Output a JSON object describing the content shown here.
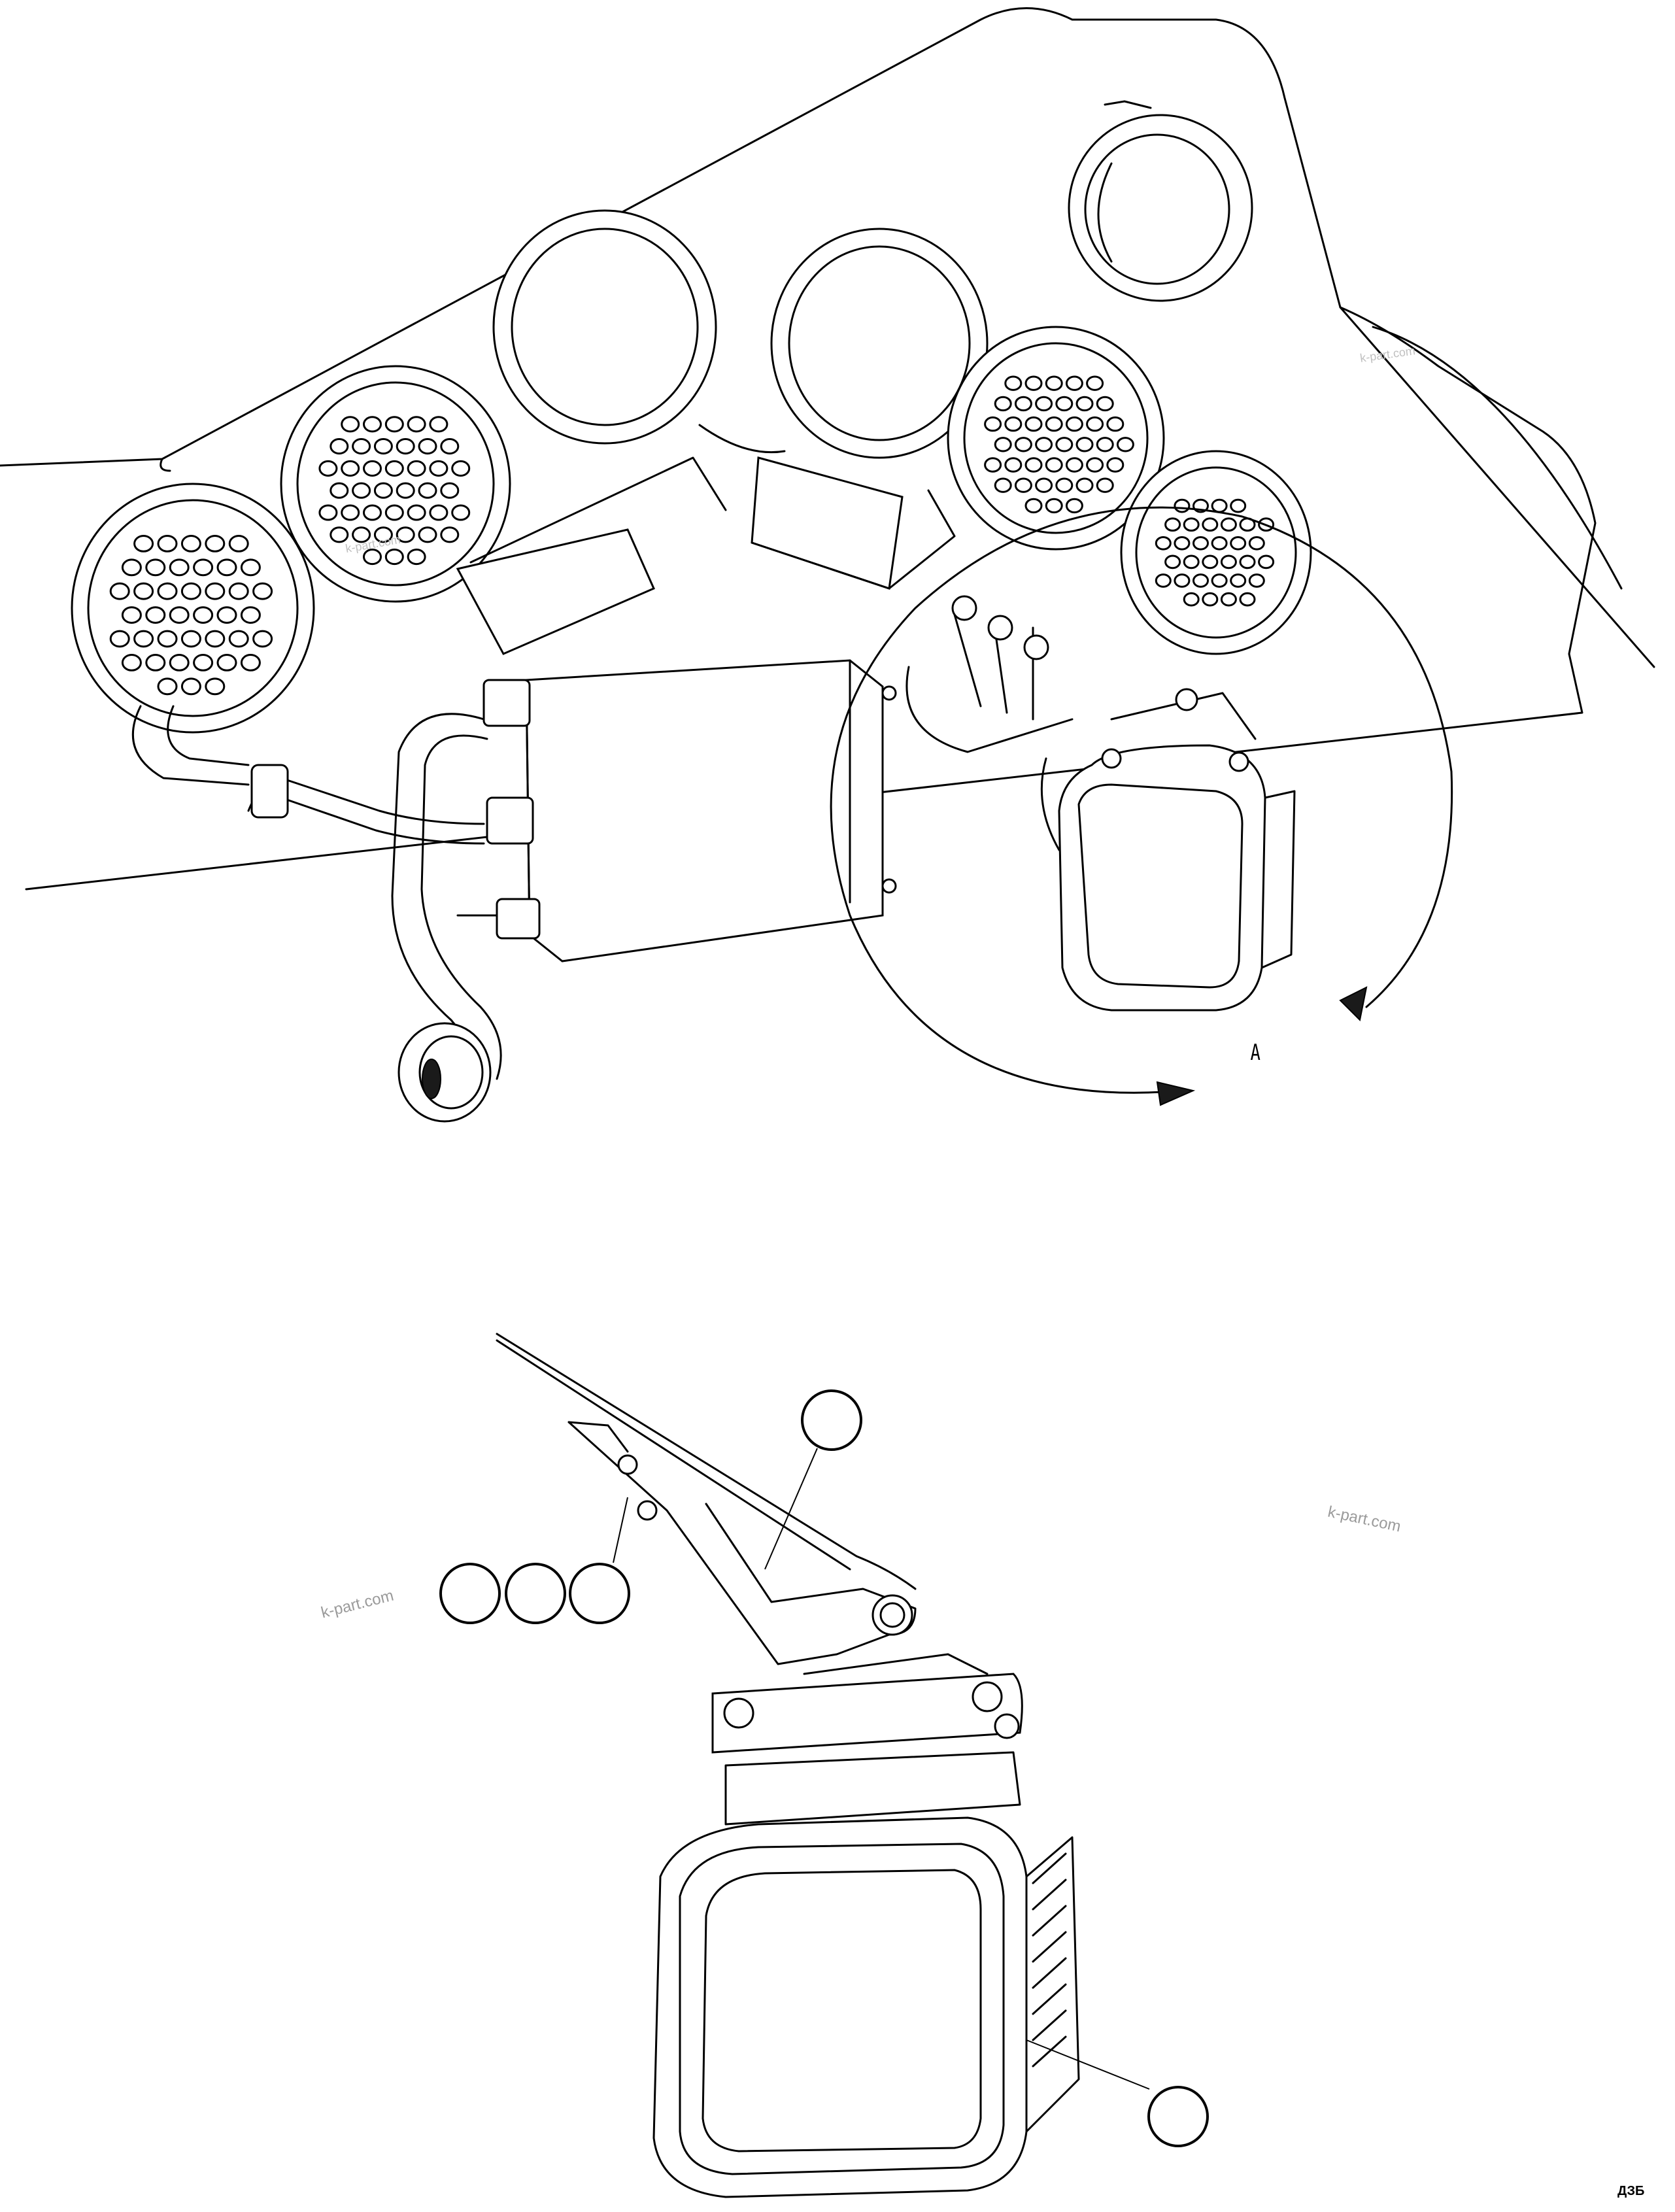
{
  "figure": {
    "view_label": "A",
    "page_code": "ДЗБ",
    "watermarks": [
      "k-part.com",
      "k-part.com",
      "k-part.com",
      "k-part.com"
    ]
  },
  "callouts": [
    {
      "id": "callout-bracket",
      "label": ""
    },
    {
      "id": "callout-lamp",
      "label": ""
    },
    {
      "id": "callout-hardware-1",
      "label": ""
    },
    {
      "id": "callout-hardware-2",
      "label": ""
    },
    {
      "id": "callout-hardware-3",
      "label": ""
    }
  ],
  "icons": {
    "rotation_arrow": "curved-arrow-icon",
    "lamp": "work-lamp-icon",
    "connector": "round-connector-icon"
  },
  "colors": {
    "line": "#000000",
    "background": "#ffffff",
    "watermark": "#9a9a9a"
  }
}
